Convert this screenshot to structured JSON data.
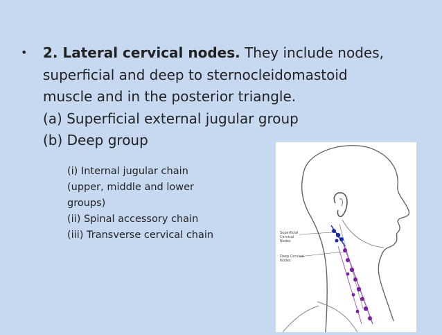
{
  "slide": {
    "bullet": "•",
    "heading_bold": "2. Lateral cervical nodes.",
    "heading_rest": " They include nodes,",
    "line2": "superficial and deep to sternocleidomastoid",
    "line3": "muscle and in the posterior triangle.",
    "line4": "(a) Superficial external jugular group",
    "line5": "(b) Deep group",
    "sub_items": [
      "(i) Internal jugular chain",
      " (upper, middle and lower",
      "groups)",
      "(ii) Spinal accessory chain",
      "(iii) Transverse cervical chain"
    ]
  },
  "figure": {
    "label_superficial": [
      "Superficial",
      "Cervical",
      "Nodes"
    ],
    "label_deep": [
      "Deep Cervical",
      "Nodes"
    ]
  },
  "colors": {
    "background": "#c6d9f1",
    "text": "#222222",
    "node_blue": "#1a2aa8",
    "node_purple": "#7a1fa0"
  }
}
